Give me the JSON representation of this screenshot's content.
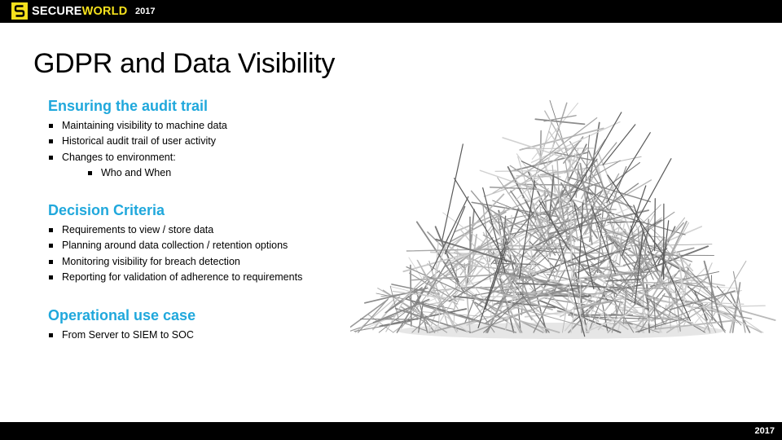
{
  "header": {
    "brand_part1": "SECURE",
    "brand_part2": "WORLD",
    "year": "2017",
    "logo_icon": "secureworld-s-logo-icon",
    "accent_color": "#f5e11d"
  },
  "slide": {
    "title": "GDPR and Data Visibility",
    "heading_color": "#20a8dc",
    "sections": [
      {
        "heading": "Ensuring the audit trail",
        "bullets": [
          "Maintaining  visibility to machine data",
          "Historical audit trail of user activity",
          "Changes to environment:",
          "Who and When"
        ]
      },
      {
        "heading": "Decision Criteria",
        "bullets": [
          "Requirements to view / store data",
          "Planning around data collection / retention options",
          "Monitoring visibility for breach detection",
          "Reporting for validation of adherence to requirements"
        ]
      },
      {
        "heading": "Operational use case",
        "bullets": [
          "From Server to SIEM to SOC"
        ]
      }
    ],
    "image_icon": "needle-haystack-image"
  },
  "footer": {
    "year": "2017"
  }
}
